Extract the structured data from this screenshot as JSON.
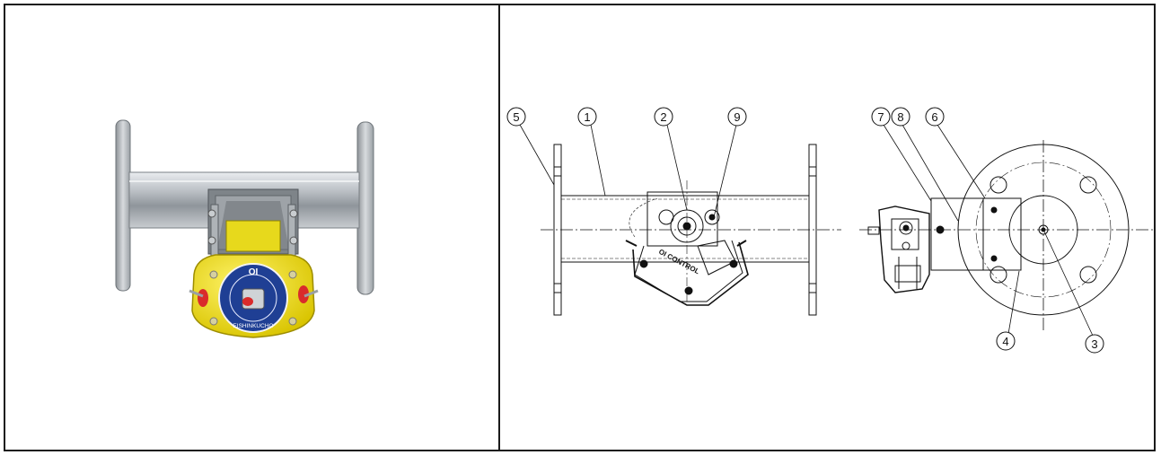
{
  "photo": {
    "badge_text_top": "OI",
    "badge_text_bottom": "EISHINKUCHO",
    "body_color": "#f2e21a",
    "badge_color": "#1f3f94",
    "accent_red": "#d92b2b"
  },
  "drawing": {
    "front_label": "OI CONTROL",
    "callouts": [
      "1",
      "2",
      "3",
      "4",
      "5",
      "6",
      "7",
      "8",
      "9"
    ]
  }
}
